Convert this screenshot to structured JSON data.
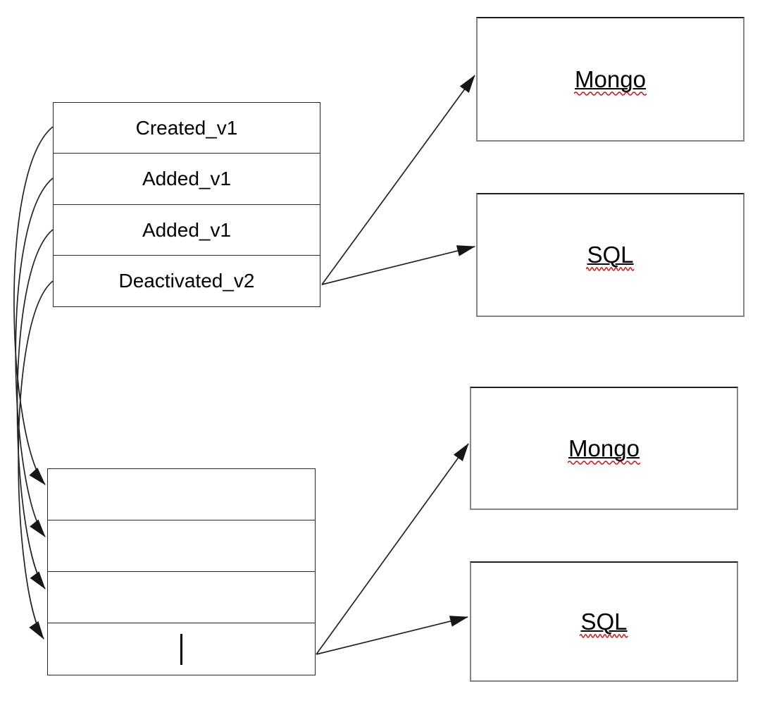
{
  "stacks": {
    "top": {
      "rows": [
        "Created_v1",
        "Added_v1",
        "Added_v1",
        "Deactivated_v2"
      ]
    },
    "bottom": {
      "rows": [
        "",
        "",
        "",
        ""
      ],
      "caret_row_index": 3
    }
  },
  "targets": {
    "top_mongo": "Mongo",
    "top_sql": "SQL",
    "bottom_mongo": "Mongo",
    "bottom_sql": "SQL"
  },
  "colors": {
    "background": "#ffffff",
    "text": "#000000",
    "stack_border": "#262626",
    "target_border": "#858585",
    "arrow": "#232323",
    "spellcheck_underline": "#e60000",
    "caret": "#000000"
  }
}
